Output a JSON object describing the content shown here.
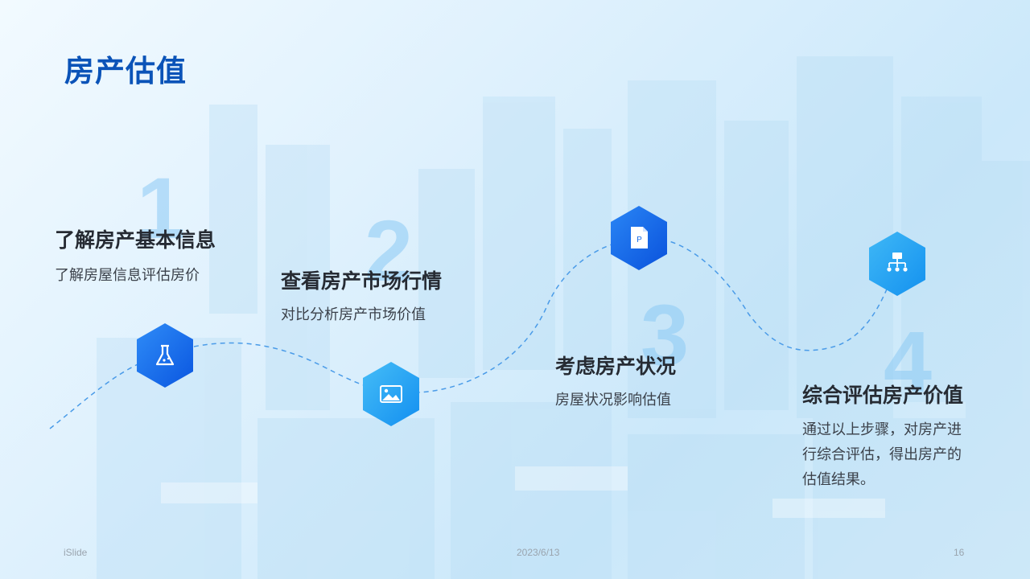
{
  "slide": {
    "title": "房产估值"
  },
  "steps": [
    {
      "number": "1",
      "title": "了解房产基本信息",
      "desc": "了解房屋信息评估房价",
      "icon": "flask-icon"
    },
    {
      "number": "2",
      "title": "查看房产市场行情",
      "desc": "对比分析房产市场价值",
      "icon": "image-icon"
    },
    {
      "number": "3",
      "title": "考虑房产状况",
      "desc": "房屋状况影响估值",
      "icon": "document-icon"
    },
    {
      "number": "4",
      "title": "综合评估房产价值",
      "desc": "通过以上步骤，对房产进行综合评估，得出房产的估值结果。",
      "icon": "hierarchy-icon"
    }
  ],
  "footer": {
    "brand": "iSlide",
    "date": "2023/6/13",
    "page": "16"
  },
  "colors": {
    "title": "#0a53b8",
    "hex_dark": "#0f63e6",
    "hex_light": "#2aa6f2",
    "curve": "#4a9be8"
  }
}
